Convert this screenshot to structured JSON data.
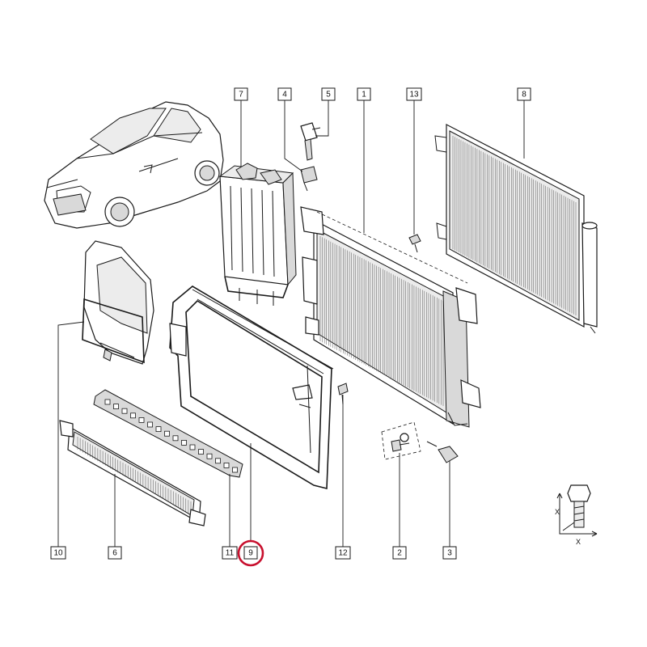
{
  "diagram": {
    "highlight_color": "#c8102e",
    "line_color": "#1a1a1a",
    "highlighted_callout": "9",
    "callouts": {
      "c1": "1",
      "c2": "2",
      "c3": "3",
      "c4": "4",
      "c5": "5",
      "c6": "6",
      "c7": "7",
      "c8": "8",
      "c9": "9",
      "c10": "10",
      "c11": "11",
      "c12": "12",
      "c13": "13"
    },
    "bolt_axis": {
      "label_a": "X",
      "label_b": "X"
    }
  }
}
